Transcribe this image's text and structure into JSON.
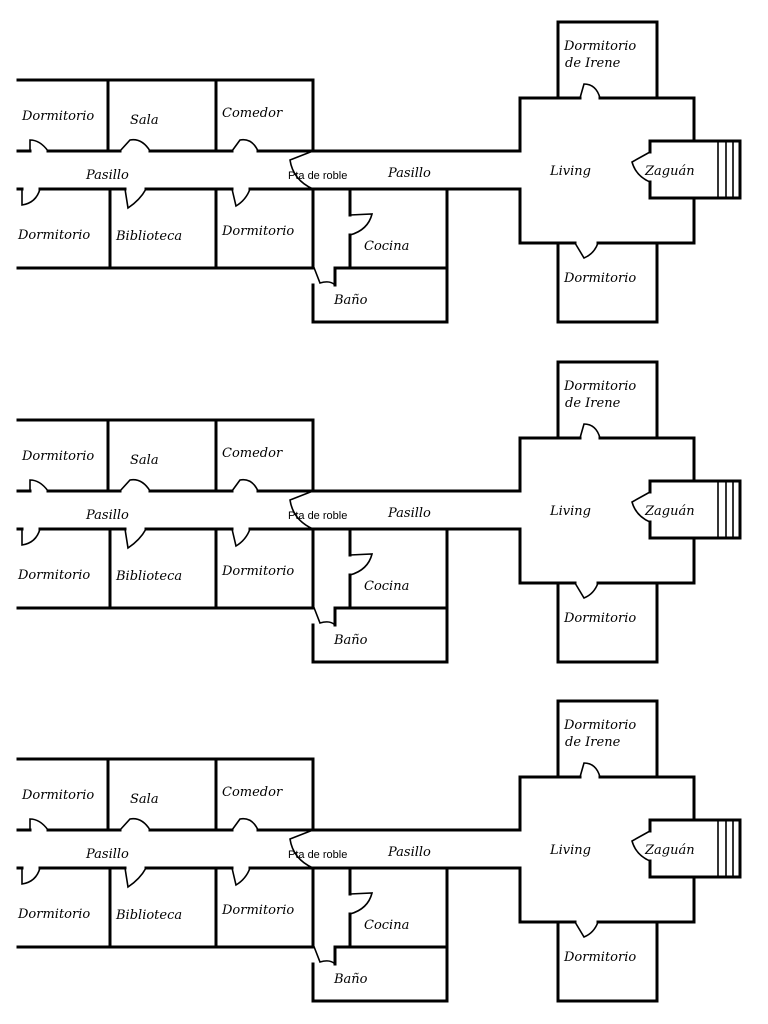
{
  "plan_count": 3,
  "labels": {
    "dormitorio": "Dormitorio",
    "sala": "Sala",
    "comedor": "Comedor",
    "pasillo": "Pasillo",
    "biblioteca": "Biblioteca",
    "pta_de_roble": "Pta de roble",
    "cocina": "Cocina",
    "bano": "Baño",
    "living": "Living",
    "zaguan": "Zaguán",
    "dormitorio_irene_line1": "Dormitorio",
    "dormitorio_irene_line2": "de Irene"
  }
}
